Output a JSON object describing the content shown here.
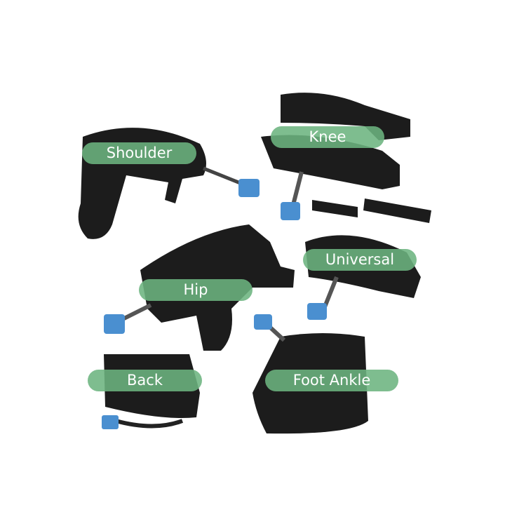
{
  "labels": {
    "shoulder": "Shoulder",
    "knee": "Knee",
    "universal": "Universal",
    "hip": "Hip",
    "back": "Back",
    "foot_ankle": "Foot Ankle"
  },
  "colors": {
    "wrap": "#1c1c1c",
    "connector": "#4a8fd0",
    "label_bg": "#6cb480"
  }
}
